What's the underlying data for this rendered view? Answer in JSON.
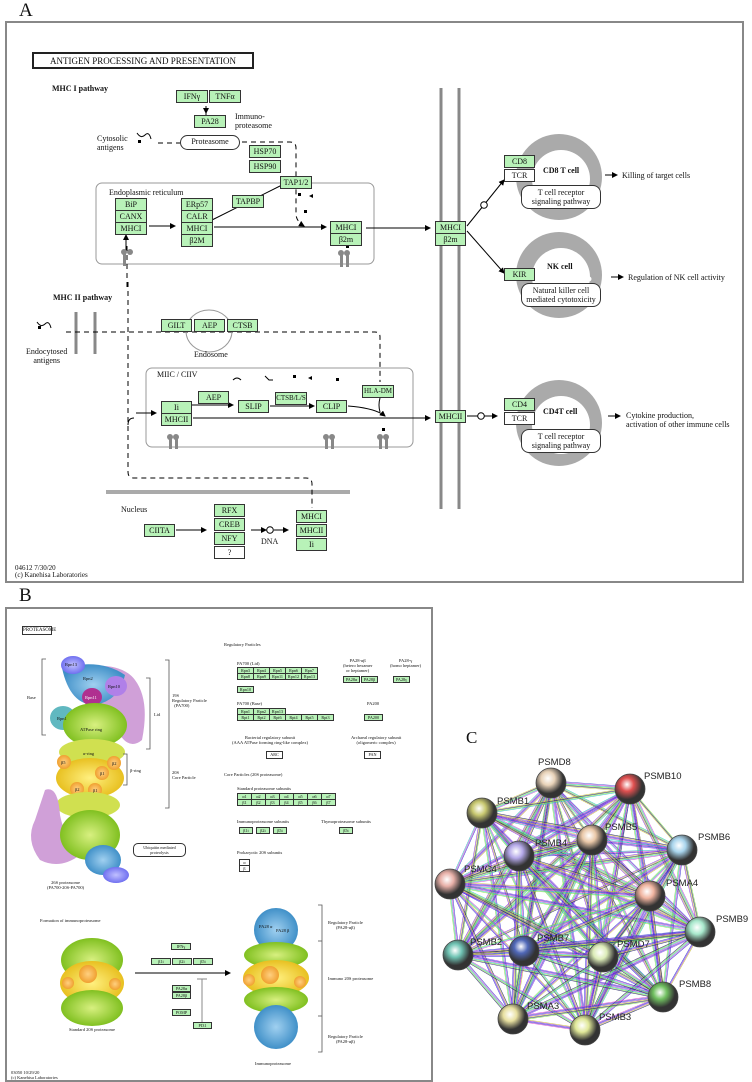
{
  "panels": {
    "a": "A",
    "b": "B",
    "c": "C"
  },
  "panel_a": {
    "title": "ANTIGEN PROCESSING AND PRESENTATION",
    "mhc1_pathway": "MHC I pathway",
    "mhc2_pathway": "MHC II pathway",
    "ifng": "IFNγ",
    "tnfa": "TNFα",
    "pa28": "PA28",
    "immunoproteasome_1": "Immuno-",
    "immunoproteasome_2": "proteasome",
    "cytosolic_1": "Cytosolic",
    "cytosolic_2": "antigens",
    "proteasome": "Proteasome",
    "hsp70": "HSP70",
    "hsp90": "HSP90",
    "tap12": "TAP1/2",
    "tapbp": "TAPBP",
    "er_label": "Endoplasmic reticulum",
    "er_box1": [
      "BiP",
      "CANX",
      "MHCI"
    ],
    "er_box2": [
      "ERp57",
      "CALR",
      "MHCI",
      "β2M"
    ],
    "er_box3": [
      "MHCI",
      "β2m"
    ],
    "surface_mhc1": [
      "MHCI",
      "β2m"
    ],
    "cd8": "CD8",
    "tcr1": "TCR",
    "cd8_cell": "CD8 T cell",
    "tcr_path_1": "T cell receptor",
    "tcr_path_2": "signaling pathway",
    "killing": "Killing of target cells",
    "kir": "KIR",
    "nk_cell": "NK cell",
    "nk_path_1": "Natural killer cell",
    "nk_path_2": "mediated cytotoxicity",
    "nk_reg": "Regulation of NK cell activity",
    "endocytosed_1": "Endocytosed",
    "endocytosed_2": "antigens",
    "gilt": "GILT",
    "aep": "AEP",
    "ctsb": "CTSB",
    "endosome": "Endosome",
    "miic": "MIIC / CIIV",
    "ii": "Ii",
    "mhcii": "MHCII",
    "aep2": "AEP",
    "slip": "SLIP",
    "ctsbls": "CTSB/L/S",
    "clip": "CLIP",
    "hladm": "HLA-DM",
    "surface_mhc2": "MHCII",
    "cd4": "CD4",
    "tcr2": "TCR",
    "cd4_cell": "CD4T cell",
    "cytokine_1": "Cytokine production,",
    "cytokine_2": "activation of other immune cells",
    "nucleus": "Nucleus",
    "ciita": "CIITA",
    "tf": [
      "RFX",
      "CREB",
      "NFY",
      "?"
    ],
    "dna": "DNA",
    "genes": [
      "MHCI",
      "MHCII",
      "Ii"
    ],
    "footer_1": "04612 7/30/20",
    "footer_2": "(c) Kanehisa Laboratories"
  },
  "panel_b": {
    "title": "PROTEASOME",
    "base": "Base",
    "lid": "Lid",
    "beta_ring": "β-ring",
    "rp_1": "19S",
    "rp_2": "Regulatory Particle",
    "rp_3": "(PA700)",
    "cp_1": "20S",
    "cp_2": "Core Particle",
    "rpn": [
      "Rpn13",
      "Rpn2",
      "Rpn10",
      "Rpn11",
      "Rpn1"
    ],
    "atpase": "ATPase ring",
    "alpha_ring": "α-ring",
    "betas": [
      "β5",
      "β2",
      "β1",
      "β2",
      "β1"
    ],
    "ubiq_1": "Ubiquitin mediated",
    "ubiq_2": "proteolysis",
    "s26_1": "26S proteasome",
    "s26_2": "(PA700-20S-PA700)",
    "reg_particles": "Regulatory Particles",
    "pa700_lid": "PA700 (Lid)",
    "lid_row1": [
      "Rpn3",
      "Rpn4",
      "Rpn5",
      "Rpn6",
      "Rpn7"
    ],
    "lid_row2": [
      "Rpn8",
      "Rpn9",
      "Rpn11",
      "Rpn12",
      "Rpn13"
    ],
    "lid_extra": "Rpn10",
    "pa28ab_1": "PA28-αβ",
    "pa28ab_2": "(hetero hexamer",
    "pa28ab_3": "or heptamer)",
    "pa28ab_boxes": [
      "PA28α",
      "PA28β"
    ],
    "pa28g_1": "PA28-γ",
    "pa28g_2": "(homo heptamer)",
    "pa28g_box": "PA28γ",
    "pa700_base": "PA700 (Base)",
    "base_row1": [
      "Rpn1",
      "Rpn2",
      "Rpn13"
    ],
    "base_row2": [
      "Rpt1",
      "Rpt2",
      "Rpt6",
      "Rpt4",
      "Rpt5",
      "Rpt3"
    ],
    "pa200": "PA200",
    "pa200_box": "PA200",
    "bact_1": "Bacterial regulatory subunit",
    "bact_2": "(AAA ATPase forming ring-like complex)",
    "arc": "ARC",
    "arch_1": "Archaeal regulatory subunit",
    "arch_2": "(oligomeric complex)",
    "pan": "PAN",
    "core_particles": "Core Particles (20S proteasome)",
    "std_subunits": "Standard proteasome subunits",
    "alpha_row": [
      "α1",
      "α2",
      "α3",
      "α4",
      "α5",
      "α6",
      "α7"
    ],
    "beta_row": [
      "β1",
      "β2",
      "β3",
      "β4",
      "β5",
      "β6",
      "β7"
    ],
    "immuno_subunits": "Immunoproteasome subunits",
    "immuno_boxes": [
      "β1i",
      "β2i",
      "β5i"
    ],
    "thymo_subunits": "Thymoproteasome subunits",
    "thymo_box": "β5t",
    "prok": "Prokaryotic 20S subunits",
    "prok_boxes": [
      "α",
      "β"
    ],
    "formation": "Formation of immunoproteasome",
    "std20s": "Standard 20S proteasome",
    "mid_ifng": "IFNγ",
    "mid_row": [
      "β1i",
      "β2i",
      "β5i"
    ],
    "mid_pa28": [
      "PA28α",
      "PA28β"
    ],
    "pomp": "POMP",
    "pi31": "PI31",
    "rp_pa28_1": "Regulatory Particle",
    "rp_pa28_2": "(PA28-αβ)",
    "immuno20s": "Immuno 20S proteasome",
    "immunoproteasome": "Immunoproteasome",
    "pa28a": "PA28 α",
    "pa28b": "PA28 β",
    "footer_1": "03050 10/29/20",
    "footer_2": "(c) Kanehisa Laboratories"
  },
  "panel_c": {
    "nodes": [
      {
        "name": "PSMD8",
        "color": "#e8d2b8"
      },
      {
        "name": "PSMB10",
        "color": "#e05050"
      },
      {
        "name": "PSMB1",
        "color": "#c8c870"
      },
      {
        "name": "PSMB6",
        "color": "#a8d4ec"
      },
      {
        "name": "PSMB5",
        "color": "#eac8a8"
      },
      {
        "name": "PSMB4",
        "color": "#b4a8e8"
      },
      {
        "name": "PSMC4",
        "color": "#e8b0a8"
      },
      {
        "name": "PSMA4",
        "color": "#f0b4a0"
      },
      {
        "name": "PSMB9",
        "color": "#a8e8cc"
      },
      {
        "name": "PSMB2",
        "color": "#70c4b4"
      },
      {
        "name": "PSMB7",
        "color": "#5068b8"
      },
      {
        "name": "PSMD7",
        "color": "#dcecb8"
      },
      {
        "name": "PSMB8",
        "color": "#70c060"
      },
      {
        "name": "PSMA3",
        "color": "#e8e0a0"
      },
      {
        "name": "PSMB3",
        "color": "#e0e898"
      }
    ],
    "edge_colors": [
      "#8a2be2",
      "#3030d0",
      "#d040d0",
      "#30c0c0",
      "#80e040",
      "#202060",
      "#c8c040"
    ]
  }
}
